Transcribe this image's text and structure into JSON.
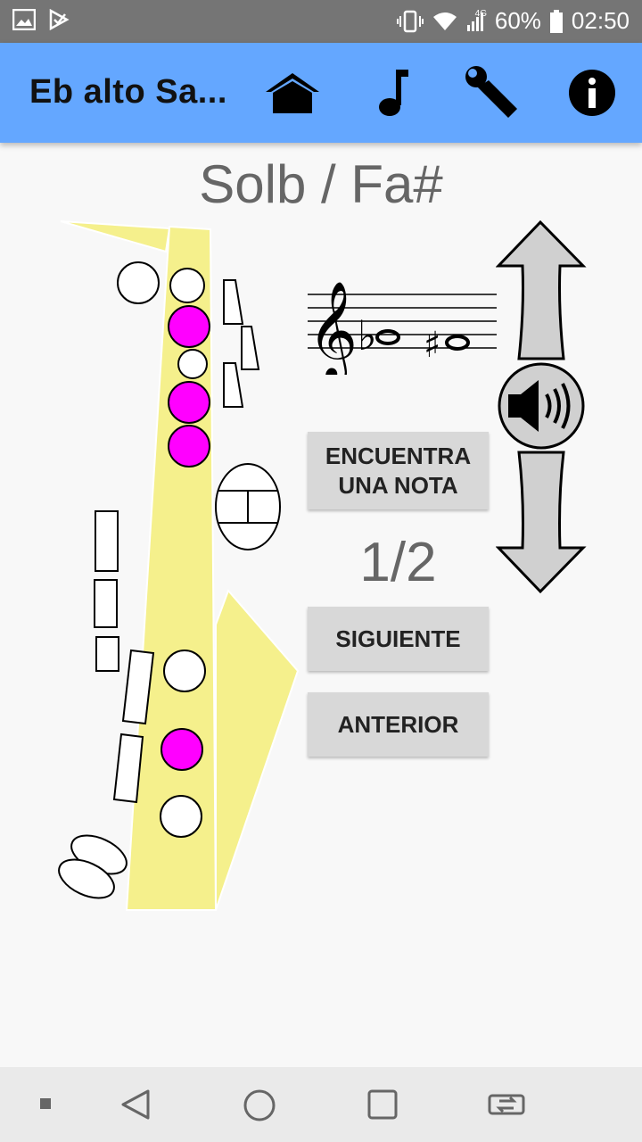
{
  "status": {
    "battery": "60%",
    "time": "02:50",
    "network": "4G"
  },
  "appbar": {
    "title": "Eb alto Sa...",
    "icons": [
      "home-icon",
      "music-note-icon",
      "wrench-icon",
      "info-icon"
    ]
  },
  "note": {
    "name": "Solb / Fa#"
  },
  "buttons": {
    "find": "ENCUENTRA\nUNA NOTA",
    "next": "SIGUIENTE",
    "prev": "ANTERIOR"
  },
  "counter": "1/2",
  "colors": {
    "appbar": "#64a7ff",
    "key_pressed": "#ff00ff",
    "sax_body": "#f5f08c"
  },
  "fingering": {
    "pressed_keys": [
      "upper-2",
      "upper-4",
      "upper-5",
      "lower-2"
    ]
  }
}
